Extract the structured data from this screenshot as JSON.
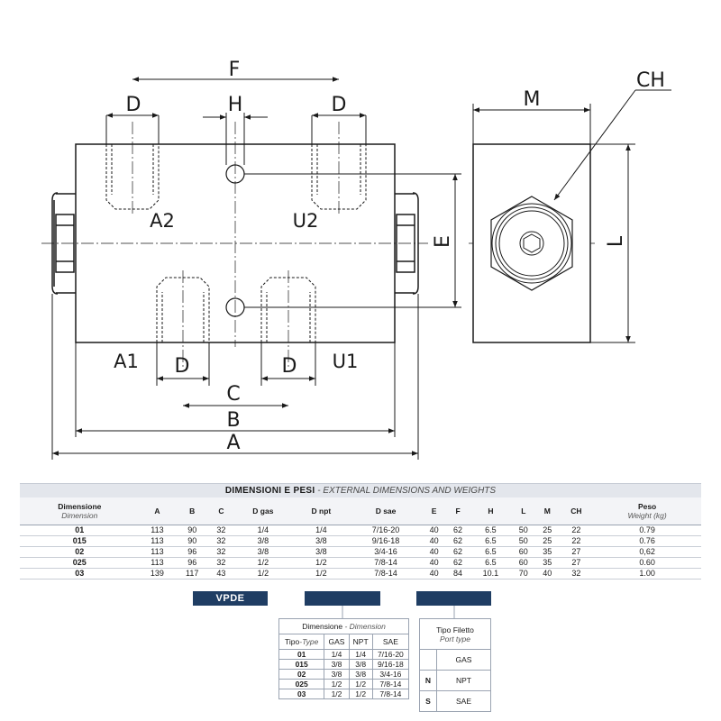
{
  "drawing": {
    "dims": {
      "F": "F",
      "D": "D",
      "H": "H",
      "M": "M",
      "CH": "CH",
      "E": "E",
      "L": "L",
      "C": "C",
      "B": "B",
      "A": "A"
    },
    "ports": {
      "A2": "A2",
      "U2": "U2",
      "A1": "A1",
      "U1": "U1"
    }
  },
  "main_table": {
    "title": "DIMENSIONI E PESI",
    "title_sep": " - ",
    "title_en": "EXTERNAL DIMENSIONS AND WEIGHTS",
    "headers": [
      {
        "main": "Dimensione",
        "sub": "Dimension"
      },
      {
        "main": "A",
        "sub": ""
      },
      {
        "main": "B",
        "sub": ""
      },
      {
        "main": "C",
        "sub": ""
      },
      {
        "main": "D gas",
        "sub": ""
      },
      {
        "main": "D npt",
        "sub": ""
      },
      {
        "main": "D sae",
        "sub": ""
      },
      {
        "main": "E",
        "sub": ""
      },
      {
        "main": "F",
        "sub": ""
      },
      {
        "main": "H",
        "sub": ""
      },
      {
        "main": "L",
        "sub": ""
      },
      {
        "main": "M",
        "sub": ""
      },
      {
        "main": "CH",
        "sub": ""
      },
      {
        "main": "Peso",
        "sub": "Weight (kg)"
      }
    ],
    "rows": [
      [
        "01",
        "113",
        "90",
        "32",
        "1/4",
        "1/4",
        "7/16-20",
        "40",
        "62",
        "6.5",
        "50",
        "25",
        "22",
        "0.79"
      ],
      [
        "015",
        "113",
        "90",
        "32",
        "3/8",
        "3/8",
        "9/16-18",
        "40",
        "62",
        "6.5",
        "50",
        "25",
        "22",
        "0.76"
      ],
      [
        "02",
        "113",
        "96",
        "32",
        "3/8",
        "3/8",
        "3/4-16",
        "40",
        "62",
        "6.5",
        "60",
        "35",
        "27",
        "0,62"
      ],
      [
        "025",
        "113",
        "96",
        "32",
        "1/2",
        "1/2",
        "7/8-14",
        "40",
        "62",
        "6.5",
        "60",
        "35",
        "27",
        "0.60"
      ],
      [
        "03",
        "139",
        "117",
        "43",
        "1/2",
        "1/2",
        "7/8-14",
        "40",
        "84",
        "10.1",
        "70",
        "40",
        "32",
        "1.00"
      ]
    ]
  },
  "code_bars": {
    "product": "VPDE",
    "size": "",
    "thread": ""
  },
  "size_table": {
    "title": "Dimensione",
    "title_sep": " - ",
    "title_en": "Dimension",
    "col_tipo": "Tipo",
    "col_type": "Type",
    "cols": [
      "GAS",
      "NPT",
      "SAE"
    ],
    "rows": [
      [
        "01",
        "1/4",
        "1/4",
        "7/16-20"
      ],
      [
        "015",
        "3/8",
        "3/8",
        "9/16-18"
      ],
      [
        "02",
        "3/8",
        "3/8",
        "3/4-16"
      ],
      [
        "025",
        "1/2",
        "1/2",
        "7/8-14"
      ],
      [
        "03",
        "1/2",
        "1/2",
        "7/8-14"
      ]
    ]
  },
  "thread_table": {
    "title": "Tipo Filetto",
    "title_en": "Port type",
    "rows": [
      [
        "",
        "GAS"
      ],
      [
        "N",
        "NPT"
      ],
      [
        "S",
        "SAE"
      ]
    ]
  },
  "colors": {
    "bar": "#1f3d63",
    "title_bg": "#e3e6ec",
    "line": "#1a1a1a"
  }
}
